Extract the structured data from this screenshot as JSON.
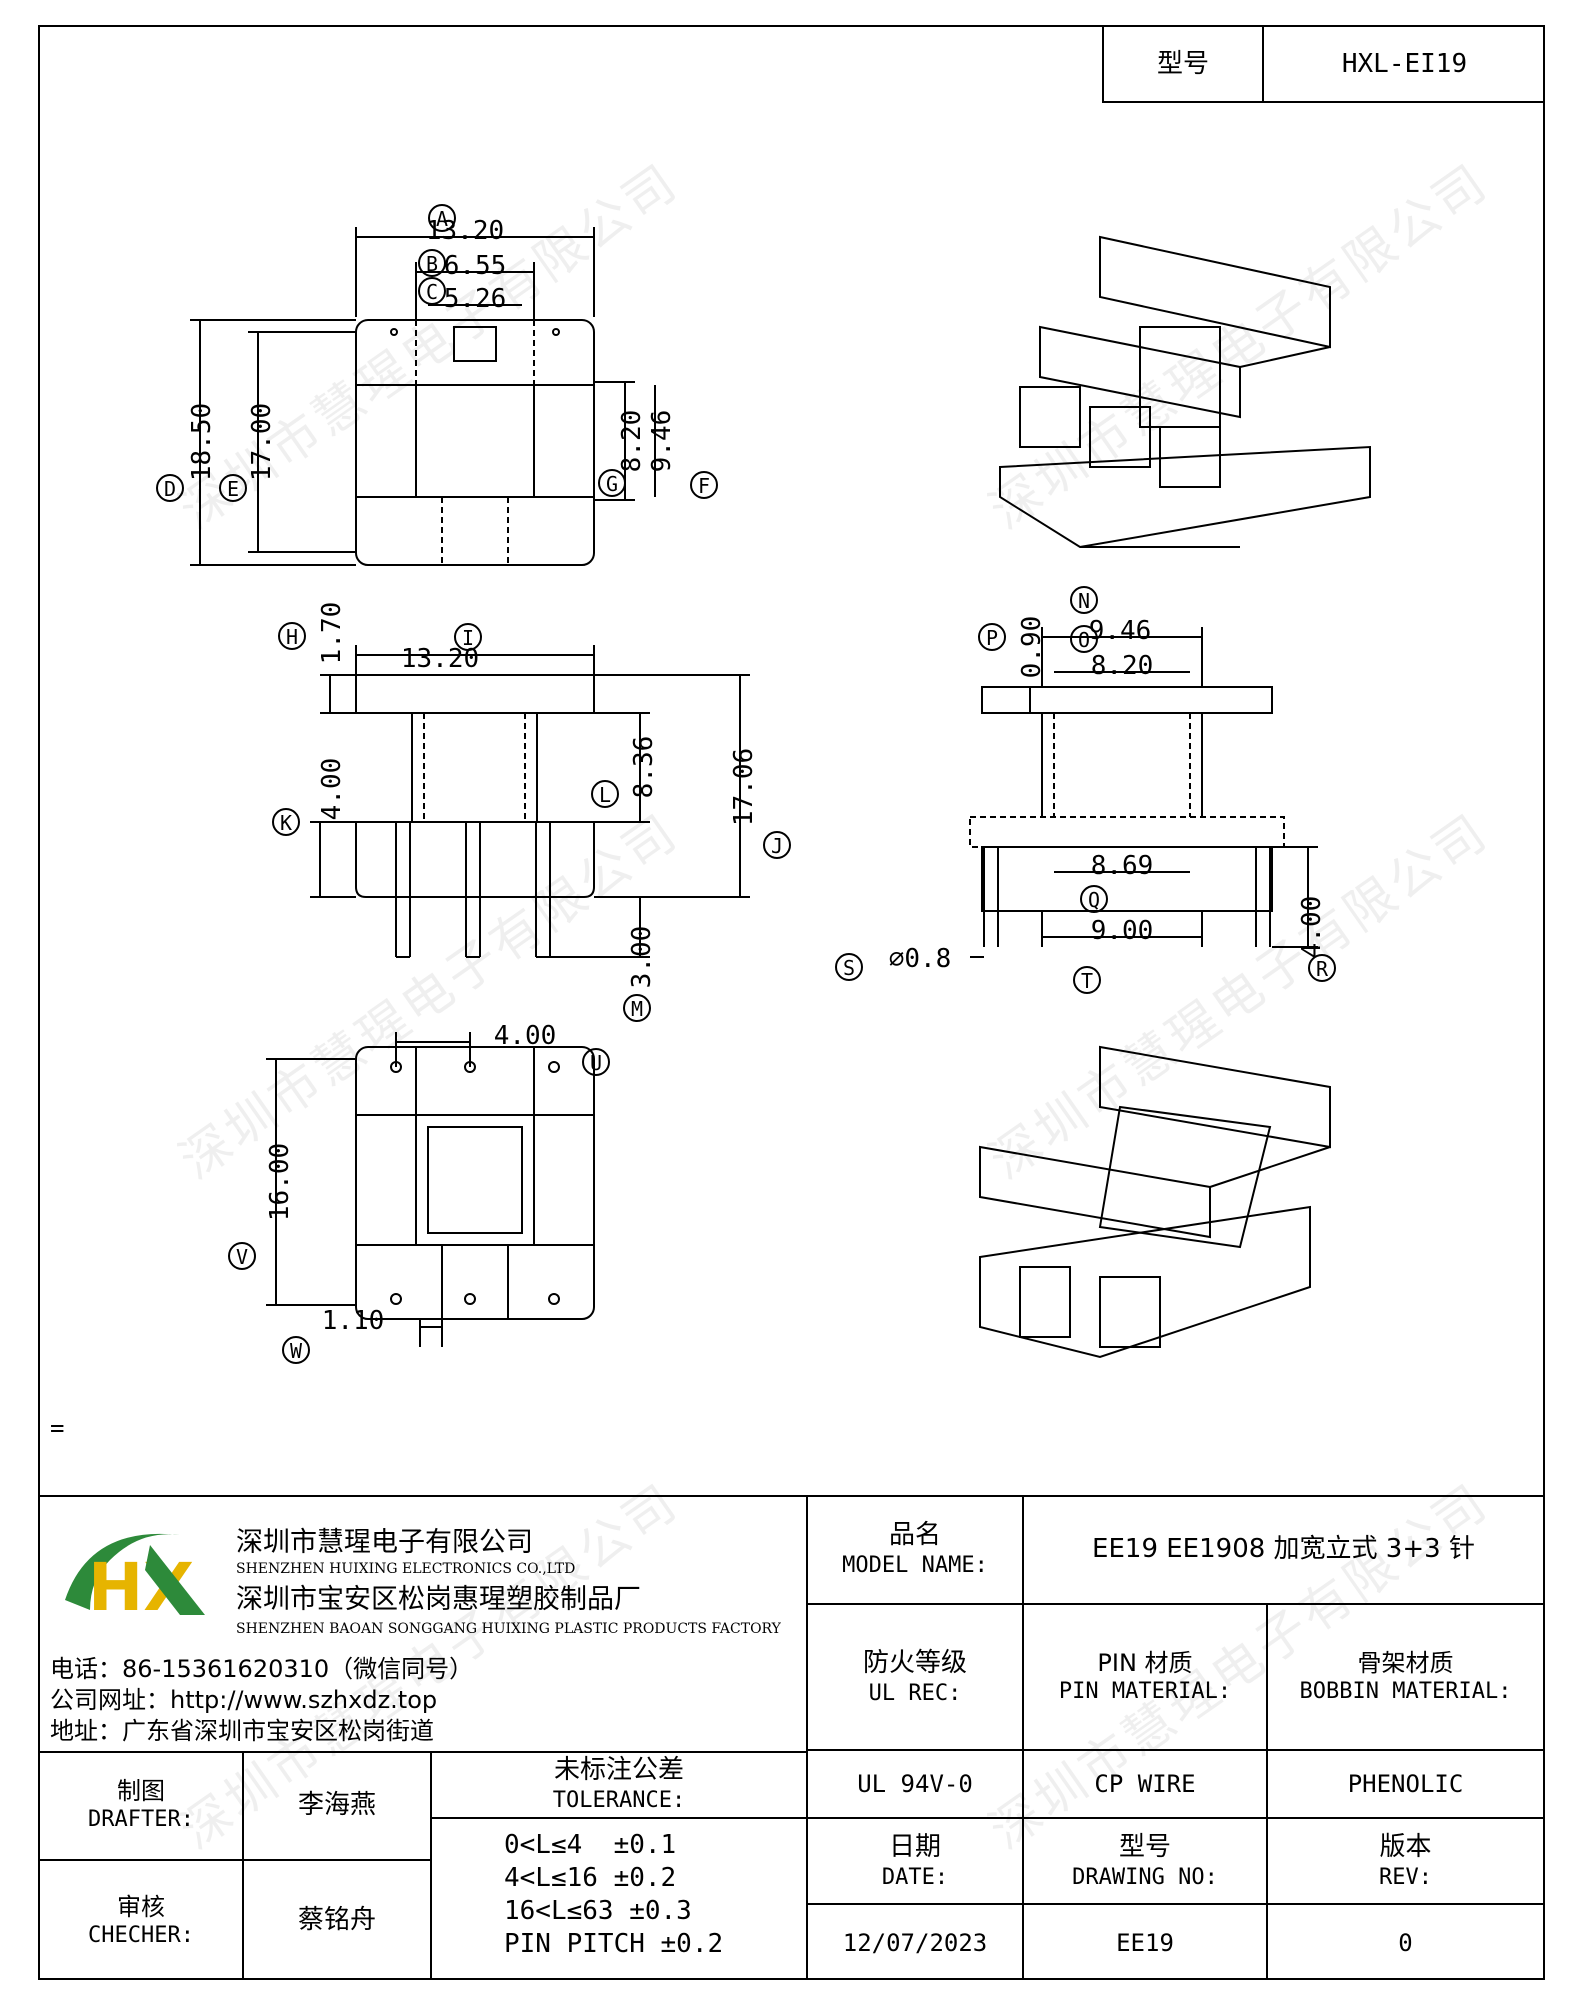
{
  "header": {
    "model_label": "型号",
    "model_value": "HXL-EI19"
  },
  "watermark": "深圳市慧瑆电子有限公司",
  "dimensions": {
    "A": "13.20",
    "B": "6.55",
    "C": "5.26",
    "D": "18.50",
    "E": "17.00",
    "F": "9.46",
    "G": "8.20",
    "H": "1.70",
    "I": "13.20",
    "J": "17.06",
    "K": "4.00",
    "L": "8.36",
    "M": "3.00",
    "N": "9.46",
    "O": "8.20",
    "P": "0.90",
    "Q": "8.69",
    "R": "4.00",
    "S": "⌀0.8",
    "T": "9.00",
    "U": "4.00",
    "V": "16.00",
    "W": "1.10"
  },
  "letters": [
    "A",
    "B",
    "C",
    "D",
    "E",
    "F",
    "G",
    "H",
    "I",
    "J",
    "K",
    "L",
    "M",
    "N",
    "O",
    "P",
    "Q",
    "R",
    "S",
    "T",
    "U",
    "V",
    "W"
  ],
  "note_mark": "=",
  "company": {
    "name_cn": "深圳市慧瑆电子有限公司",
    "name_en": "SHENZHEN HUIXING ELECTRONICS CO.,LTD",
    "factory_cn": "深圳市宝安区松岗惠瑆塑胶制品厂",
    "factory_en": "SHENZHEN BAOAN SONGGANG HUIXING PLASTIC PRODUCTS FACTORY",
    "phone": "电话：86-15361620310（微信同号）",
    "website": "公司网址：http://www.szhxdz.top",
    "address": "地址：广东省深圳市宝安区松岗街道",
    "logo_text": "HX"
  },
  "table": {
    "model_name_cn": "品名",
    "model_name_en": "MODEL NAME:",
    "model_name_value": "EE19 EE1908 加宽立式 3+3 针",
    "ul_cn": "防火等级",
    "ul_en": "UL REC:",
    "pin_cn": "PIN 材质",
    "pin_en": "PIN MATERIAL:",
    "bobbin_cn": "骨架材质",
    "bobbin_en": "BOBBIN MATERIAL:",
    "ul_value": "UL 94V-0",
    "pin_value": "CP WIRE",
    "bobbin_value": "PHENOLIC",
    "drafter_cn": "制图",
    "drafter_en": "DRAFTER:",
    "drafter_name": "李海燕",
    "checker_cn": "审核",
    "checker_en": "CHECHER:",
    "checker_name": "蔡铭舟",
    "tolerance_cn": "未标注公差",
    "tolerance_en": "TOLERANCE:",
    "tolerance_lines": [
      "0<L≤4  ±0.1",
      "4<L≤16 ±0.2",
      "16<L≤63 ±0.3",
      "PIN PITCH ±0.2"
    ],
    "date_cn": "日期",
    "date_en": "DATE:",
    "date_value": "12/07/2023",
    "drawing_cn": "型号",
    "drawing_en": "DRAWING NO:",
    "drawing_value": "EE19",
    "rev_cn": "版本",
    "rev_en": "REV:",
    "rev_value": "0"
  }
}
